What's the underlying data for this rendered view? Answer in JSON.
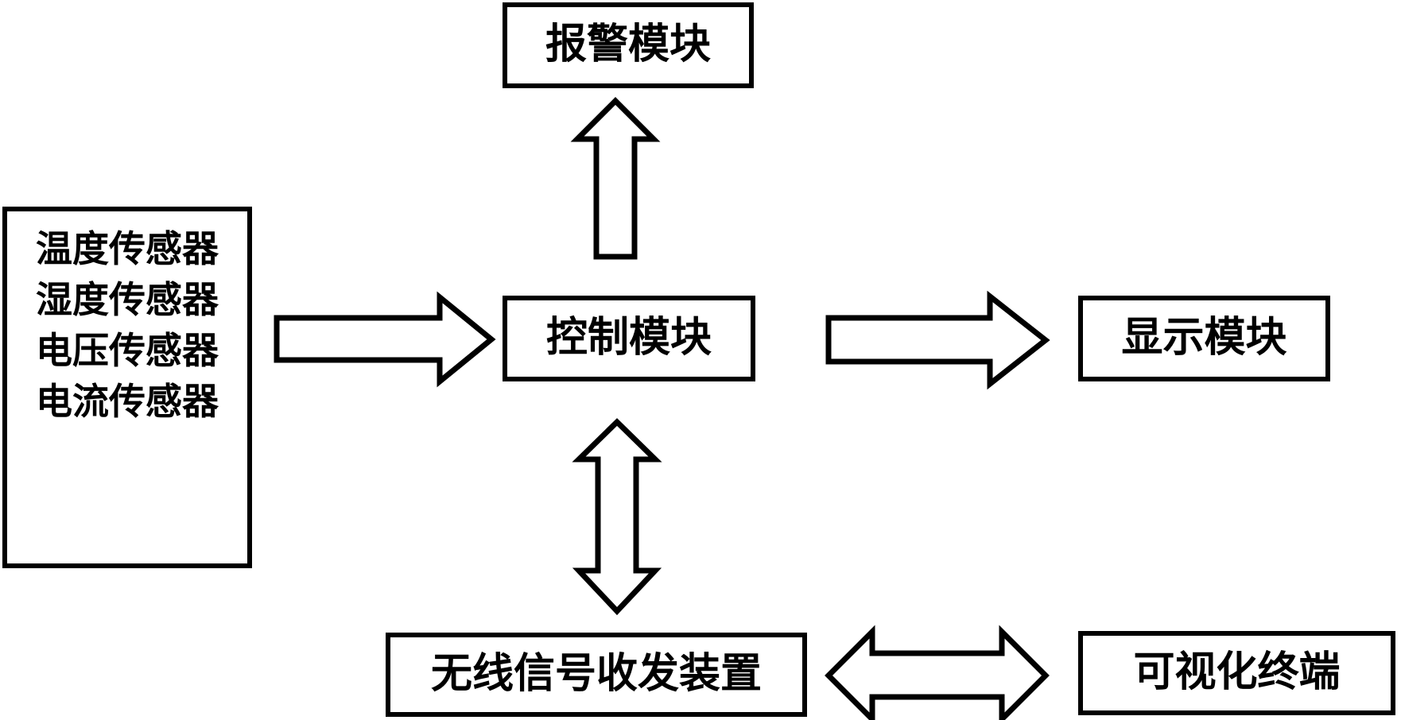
{
  "diagram": {
    "title": "monitoring-system-block-diagram",
    "colors": {
      "line": "#000000",
      "background": "#ffffff"
    },
    "nodes": {
      "alarm": {
        "label": "报警模块"
      },
      "sensors": {
        "lines": [
          "温度传感器",
          "湿度传感器",
          "电压传感器",
          "电流传感器"
        ]
      },
      "control": {
        "label": "控制模块"
      },
      "display": {
        "label": "显示模块"
      },
      "wireless": {
        "label": "无线信号收发装置"
      },
      "terminal": {
        "label": "可视化终端"
      }
    },
    "edges": [
      {
        "from": "sensors",
        "to": "control",
        "direction": "one-way"
      },
      {
        "from": "control",
        "to": "alarm",
        "direction": "one-way"
      },
      {
        "from": "control",
        "to": "display",
        "direction": "one-way"
      },
      {
        "from": "control",
        "to": "wireless",
        "direction": "two-way"
      },
      {
        "from": "wireless",
        "to": "terminal",
        "direction": "two-way"
      }
    ]
  }
}
